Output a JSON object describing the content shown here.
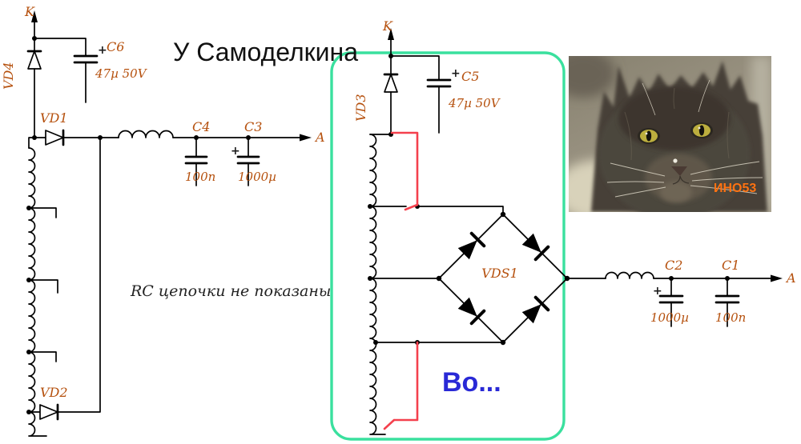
{
  "title": "У Самоделкина",
  "note": "RC цепочки не показаны",
  "annotation": "Во...",
  "watermark": "ИНО53",
  "symbols": {
    "plus": "+"
  },
  "left": {
    "k": "K",
    "a": "A",
    "vd4": "VD4",
    "vd1": "VD1",
    "vd2": "VD2",
    "c6": "C6",
    "c6_value": "47µ 50V",
    "c4": "C4",
    "c4_value": "100n",
    "c3": "C3",
    "c3_value": "1000µ"
  },
  "right": {
    "k": "K",
    "a": "A",
    "vd3": "VD3",
    "c5": "C5",
    "c5_value": "47µ 50V",
    "vds1": "VDS1",
    "c2": "C2",
    "c2_value": "1000µ",
    "c1": "C1",
    "c1_value": "100n"
  },
  "colors": {
    "wire": "#000000",
    "component_label": "#b5500d",
    "highlight_box": "#3ae09e",
    "highlight_wire": "#f4404d",
    "annotation_blue": "#2929d6",
    "watermark_orange": "#ff7211"
  }
}
